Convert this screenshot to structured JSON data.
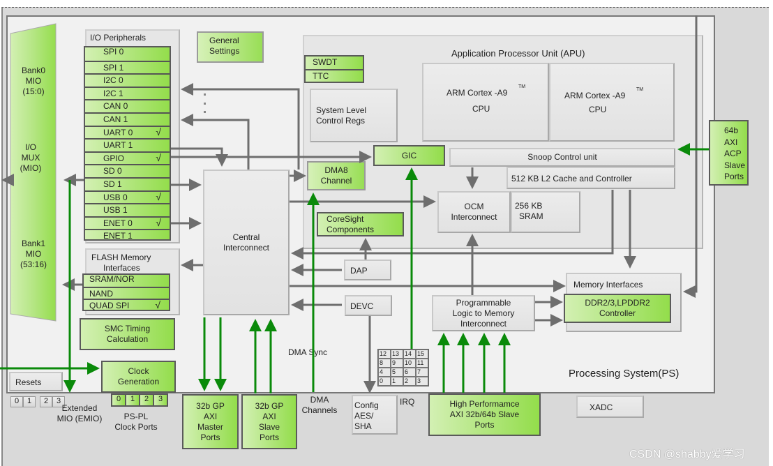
{
  "title": "Zynq Processing System Block Diagram",
  "processing_system_label": "Processing System(PS)",
  "mio": {
    "bank0": [
      "Bank0",
      "MIO",
      "(15:0)"
    ],
    "mux": [
      "I/O",
      "MUX",
      "(MIO)"
    ],
    "bank1": [
      "Bank1",
      "MIO",
      "(53:16)"
    ]
  },
  "io_peripherals": {
    "title": "I/O Peripherals",
    "items": [
      {
        "label": "SPI 0",
        "checked": false
      },
      {
        "label": "SPI 1",
        "checked": false
      },
      {
        "label": "I2C 0",
        "checked": false
      },
      {
        "label": "I2C 1",
        "checked": false
      },
      {
        "label": "CAN 0",
        "checked": false
      },
      {
        "label": "CAN 1",
        "checked": false
      },
      {
        "label": "UART 0",
        "checked": true
      },
      {
        "label": "UART 1",
        "checked": false
      },
      {
        "label": "GPIO",
        "checked": true
      },
      {
        "label": "SD 0",
        "checked": false
      },
      {
        "label": "SD 1",
        "checked": false
      },
      {
        "label": "USB 0",
        "checked": true
      },
      {
        "label": "USB 1",
        "checked": false
      },
      {
        "label": "ENET 0",
        "checked": true
      },
      {
        "label": "ENET 1",
        "checked": false
      }
    ],
    "check_glyph": "√"
  },
  "flash": {
    "title": [
      "FLASH Memory",
      "Interfaces"
    ],
    "items": [
      {
        "label": "SRAM/NOR",
        "checked": false
      },
      {
        "label": "NAND",
        "checked": false
      },
      {
        "label": "QUAD SPI",
        "checked": true
      }
    ]
  },
  "blocks": {
    "general_settings": [
      "General",
      "Settings"
    ],
    "smc_timing": [
      "SMC Timing",
      "Calculation"
    ],
    "clock_generation": [
      "Clock",
      "Generation"
    ],
    "resets": "Resets",
    "swdt": "SWDT",
    "ttc": "TTC",
    "system_level_control": [
      "System Level",
      "Control Regs"
    ],
    "central_interconnect": [
      "Central",
      "Interconnect"
    ],
    "dma8": [
      "DMA8",
      "Channel"
    ],
    "gic": "GIC",
    "coresight": [
      "CoreSight",
      "Components"
    ],
    "dap": "DAP",
    "devc": "DEVC",
    "ocm": [
      "OCM",
      "Interconnect"
    ],
    "sram": [
      "256 KB",
      "SRAM"
    ],
    "apu_title": "Application Processor Unit (APU)",
    "cpu0": [
      "ARM Cortex -A9",
      "CPU"
    ],
    "cpu1": [
      "ARM Cortex -A9",
      "CPU"
    ],
    "trademark": "TM",
    "snoop": "Snoop Control unit",
    "l2cache": "512 KB L2 Cache and Controller",
    "memory_interfaces": "Memory Interfaces",
    "ddr_controller": [
      "DDR2/3,LPDDR2",
      "Controller"
    ],
    "pl_to_memory": [
      "Programmable",
      "Logic to Memory",
      "Interconnect"
    ],
    "acp_ports": [
      "64b",
      "AXI",
      "ACP",
      "Slave",
      "Ports"
    ],
    "xadc": "XADC",
    "config_aes": [
      "Config",
      "AES/",
      "SHA"
    ]
  },
  "external": {
    "gp_master": [
      "32b GP",
      "AXI",
      "Master",
      "Ports"
    ],
    "gp_slave": [
      "32b GP",
      "AXI",
      "Slave",
      "Ports"
    ],
    "hp_slave": [
      "High Performamce",
      "AXI 32b/64b Slave",
      "Ports"
    ],
    "dma_sync": "DMA Sync",
    "dma_channels": [
      "DMA",
      "Channels"
    ],
    "irq": "IRQ",
    "irq_numbers": [
      12,
      13,
      14,
      15,
      8,
      9,
      10,
      11,
      4,
      5,
      6,
      7,
      0,
      1,
      2,
      3
    ],
    "emio_ports": [
      "0",
      "1",
      "2",
      "3"
    ],
    "emio_label": [
      "Extended",
      "MIO (EMIO)"
    ],
    "clock_ports": [
      "0",
      "1",
      "2",
      "3"
    ],
    "clock_ports_label": [
      "PS-PL",
      "Clock Ports"
    ]
  },
  "watermark": "CSDN @shabby爱学习",
  "colors": {
    "green_line": "#0a8a0a",
    "grey_line": "#6e6e6e",
    "green_fill": "#a8e36a",
    "panel_bg": "#e6e6e6",
    "ps_bg": "#f1f1f1",
    "outer_bg": "#d9d9d9"
  }
}
